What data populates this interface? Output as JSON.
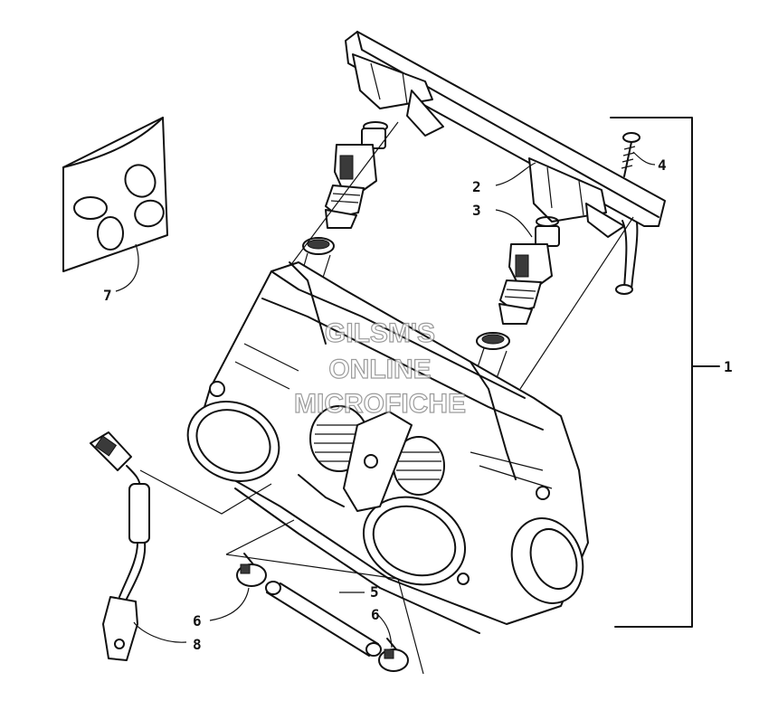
{
  "callouts": {
    "c1": "1",
    "c2": "2",
    "c3": "3",
    "c4": "4",
    "c5": "5",
    "c6a": "6",
    "c6b": "6",
    "c7": "7",
    "c8": "8"
  },
  "watermark": {
    "line1": "GILSM'S",
    "line2": "ONLINE",
    "line3": "MICROFICHE"
  },
  "colors": {
    "ink": "#111111",
    "paper": "#ffffff",
    "watermark_outline": "#7a7a7a"
  }
}
